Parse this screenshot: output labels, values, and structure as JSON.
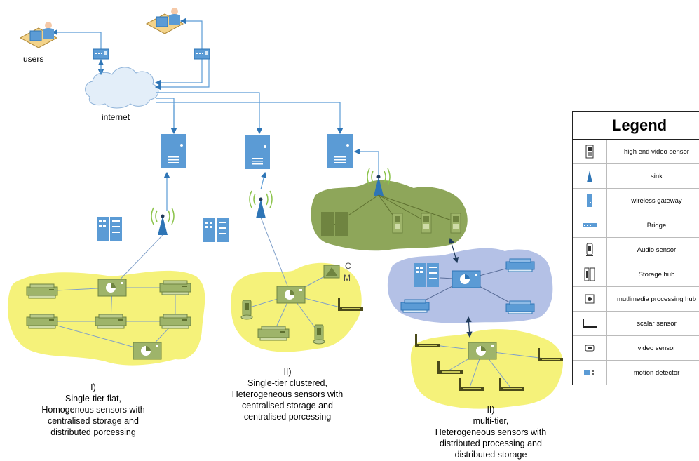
{
  "labels": {
    "users": "users",
    "internet": "internet",
    "cm_c": "C",
    "cm_m": "M"
  },
  "captions": {
    "flat": [
      "I)",
      "Single-tier flat,",
      "Homogenous sensors with",
      "centralised storage and",
      "distributed porcessing"
    ],
    "clustered": [
      "II)",
      "Single-tier clustered,",
      "Heterogeneous sensors with",
      "centralised storage and",
      "centralised porcessing"
    ],
    "multitier": [
      "II)",
      "multi-tier,",
      "Heterogeneous sensors with",
      "distributed processing and",
      "distributed storage"
    ]
  },
  "legend": {
    "title": "Legend",
    "items": [
      {
        "label": "high end video sensor",
        "icon": "high-end-video-sensor-icon"
      },
      {
        "label": "sink",
        "icon": "sink-icon"
      },
      {
        "label": "wireless gateway",
        "icon": "wireless-gateway-icon"
      },
      {
        "label": "Bridge",
        "icon": "bridge-icon"
      },
      {
        "label": "Audio sensor",
        "icon": "audio-sensor-icon"
      },
      {
        "label": "Storage hub",
        "icon": "storage-hub-icon"
      },
      {
        "label": "mutlimedia processing hub",
        "icon": "multimedia-processing-hub-icon"
      },
      {
        "label": "scalar sensor",
        "icon": "scalar-sensor-icon"
      },
      {
        "label": "video sensor",
        "icon": "video-sensor-icon"
      },
      {
        "label": "motion detector",
        "icon": "motion-detector-icon"
      }
    ]
  },
  "colors": {
    "blue": "#5b9bd5",
    "blue_dark": "#2e75b6",
    "yellow_cloud": "#f5f27a",
    "green_cloud": "#8ea65a",
    "lavender_cloud": "#b4c1e6",
    "sensor_green": "#9eb46a",
    "scalar_dark": "#4a4a1a"
  }
}
